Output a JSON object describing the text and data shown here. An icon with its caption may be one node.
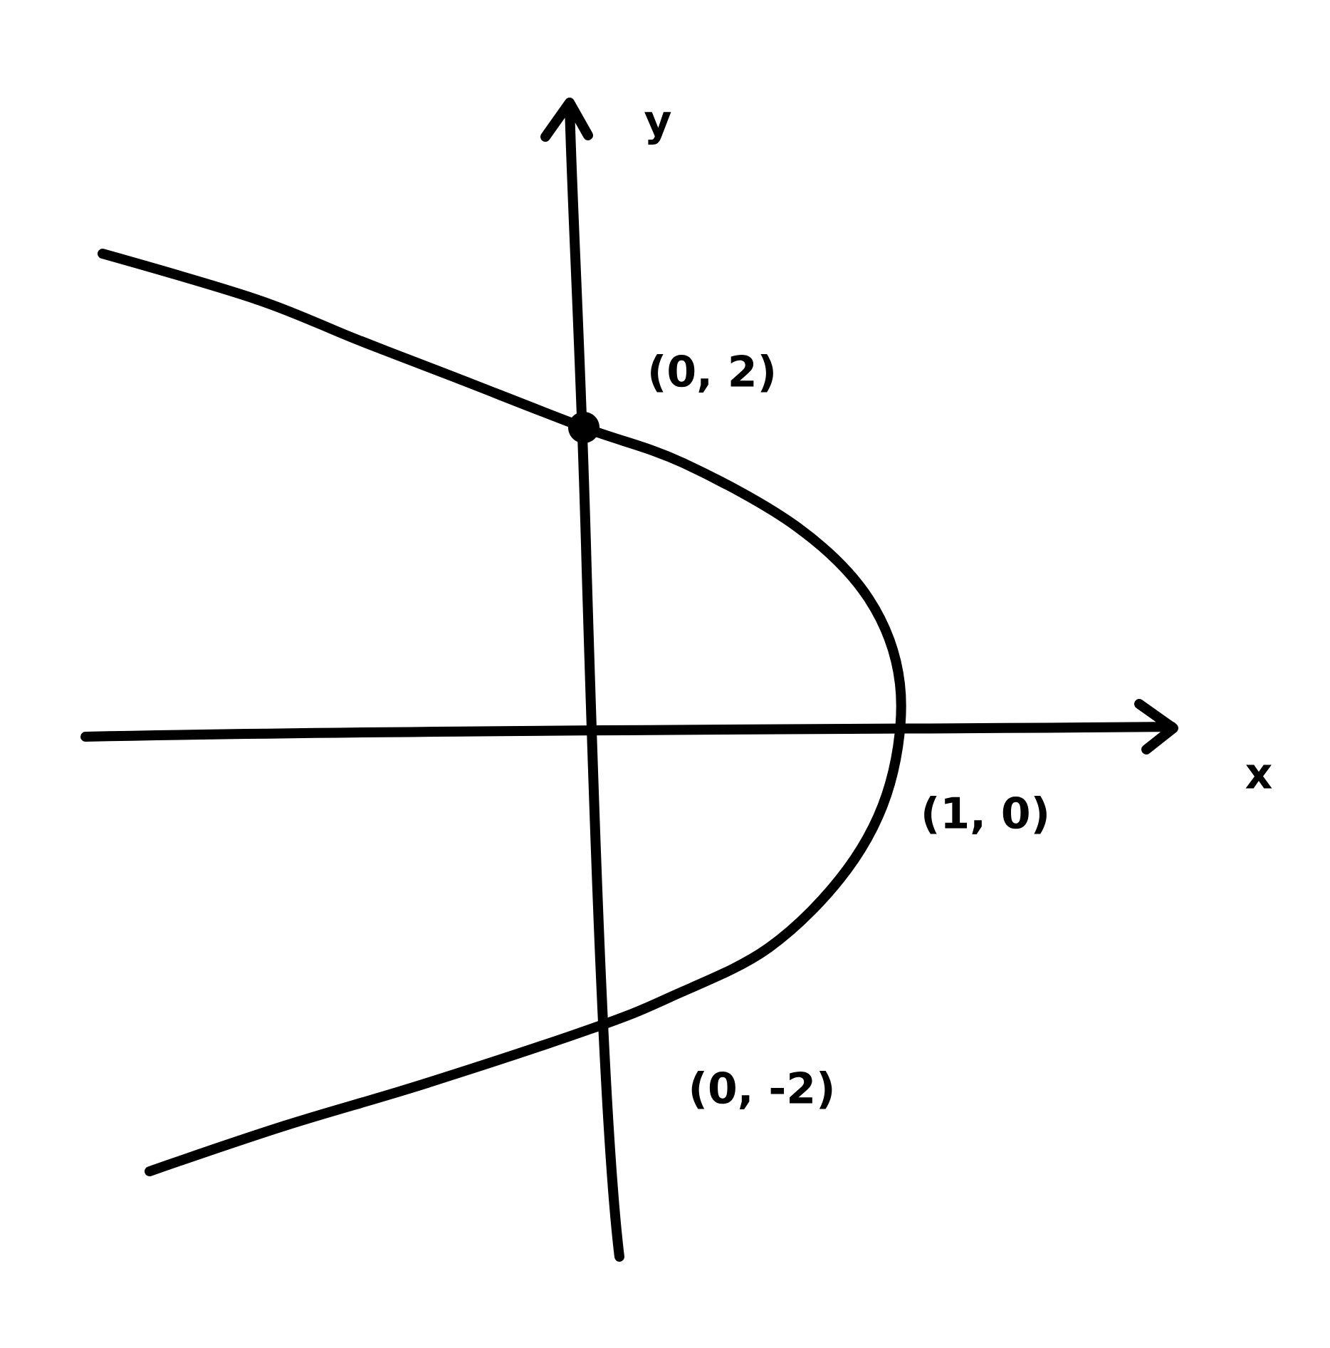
{
  "diagram": {
    "labels": [
      "y",
      "(0, 2)",
      "x",
      "(1, 0)",
      "(0, -2)"
    ]
  }
}
